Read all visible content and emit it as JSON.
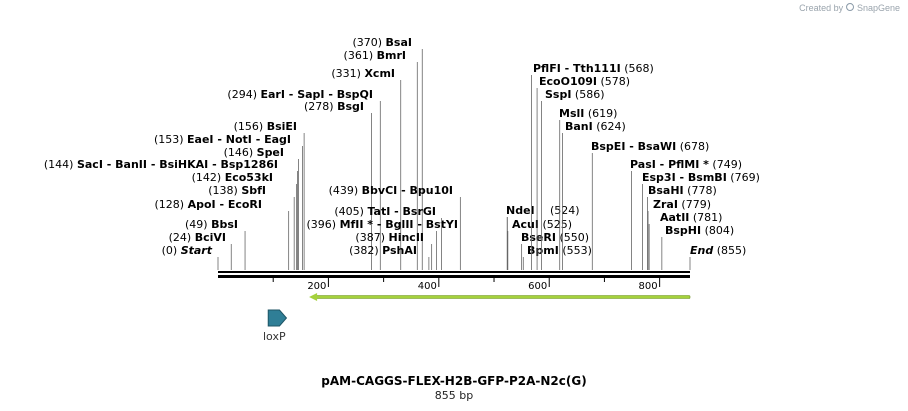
{
  "credit": {
    "text": "Created by",
    "logo": "SnapGene"
  },
  "construct": {
    "name": "pAM-CAGGS-FLEX-H2B-GFP-P2A-N2c(G)",
    "length_label": "855 bp",
    "length": 855
  },
  "axis": {
    "ticks": [
      200,
      400,
      600,
      800
    ]
  },
  "features": [
    {
      "name": "loxP",
      "start": 91,
      "end": 124,
      "direction": "forward",
      "color": "#2f7e96"
    },
    {
      "name": "",
      "start": 165,
      "end": 855,
      "direction": "reverse",
      "color": "#a5d23c"
    }
  ],
  "sites": [
    {
      "pos_text": "(0)",
      "names": [
        "Start"
      ],
      "italic": true,
      "bp": 0
    },
    {
      "pos_text": "(24)",
      "names": [
        "BciVI"
      ],
      "bp": 24
    },
    {
      "pos_text": "(49)",
      "names": [
        "BbsI"
      ],
      "bp": 49
    },
    {
      "pos_text": "(128)",
      "names": [
        "ApoI",
        "EcoRI"
      ],
      "bp": 128
    },
    {
      "pos_text": "(138)",
      "names": [
        "SbfI"
      ],
      "bp": 138
    },
    {
      "pos_text": "(142)",
      "names": [
        "Eco53kI"
      ],
      "bp": 142
    },
    {
      "pos_text": "(144)",
      "names": [
        "SacI",
        "BanII",
        "BsiHKAI",
        "Bsp1286I"
      ],
      "bp": 144
    },
    {
      "pos_text": "(146)",
      "names": [
        "SpeI"
      ],
      "bp": 146
    },
    {
      "pos_text": "(153)",
      "names": [
        "EaeI",
        "NotI",
        "EagI"
      ],
      "bp": 153
    },
    {
      "pos_text": "(156)",
      "names": [
        "BsiEI"
      ],
      "bp": 156
    },
    {
      "pos_text": "(278)",
      "names": [
        "BsgI"
      ],
      "bp": 278
    },
    {
      "pos_text": "(294)",
      "names": [
        "EarI",
        "SapI",
        "BspQI"
      ],
      "bp": 294
    },
    {
      "pos_text": "(331)",
      "names": [
        "XcmI"
      ],
      "bp": 331
    },
    {
      "pos_text": "(361)",
      "names": [
        "BmrI"
      ],
      "bp": 361
    },
    {
      "pos_text": "(370)",
      "names": [
        "BsaI"
      ],
      "bp": 370
    },
    {
      "pos_text": "(396)",
      "names": [
        "MfII *",
        "BglII",
        "BstYI"
      ],
      "bp": 396
    },
    {
      "pos_text": "(382)",
      "names": [
        "PshAI"
      ],
      "bp": 382
    },
    {
      "pos_text": "(387)",
      "names": [
        "HincII"
      ],
      "bp": 387
    },
    {
      "pos_text": "(405)",
      "names": [
        "TatI",
        "BsrGI"
      ],
      "bp": 405
    },
    {
      "pos_text": "(439)",
      "names": [
        "BbvCI",
        "Bpu10I"
      ],
      "bp": 439
    },
    {
      "pos_text": "",
      "names": [
        "NdeI"
      ],
      "bp": 524
    },
    {
      "pos_text": "(524)",
      "names": [],
      "bp": 524
    },
    {
      "pos_text": "(525)",
      "names": [
        "AcuI"
      ],
      "bp": 525
    },
    {
      "pos_text": "(550)",
      "names": [
        "BseRI"
      ],
      "bp": 550
    },
    {
      "pos_text": "(553)",
      "names": [
        "BpmI"
      ],
      "bp": 553
    },
    {
      "pos_text": "(568)",
      "names": [
        "PflFI",
        "Tth111I"
      ],
      "bp": 568
    },
    {
      "pos_text": "(578)",
      "names": [
        "EcoO109I"
      ],
      "bp": 578
    },
    {
      "pos_text": "(586)",
      "names": [
        "SspI"
      ],
      "bp": 586
    },
    {
      "pos_text": "(619)",
      "names": [
        "MslI"
      ],
      "bp": 619
    },
    {
      "pos_text": "(624)",
      "names": [
        "BanI"
      ],
      "bp": 624
    },
    {
      "pos_text": "(678)",
      "names": [
        "BspEI",
        "BsaWI"
      ],
      "bp": 678
    },
    {
      "pos_text": "(749)",
      "names": [
        "PasI",
        "PflMI *"
      ],
      "bp": 749
    },
    {
      "pos_text": "(769)",
      "names": [
        "Esp3I",
        "BsmBI"
      ],
      "bp": 769
    },
    {
      "pos_text": "(778)",
      "names": [
        "BsaHI"
      ],
      "bp": 778
    },
    {
      "pos_text": "(779)",
      "names": [
        "ZraI"
      ],
      "bp": 779
    },
    {
      "pos_text": "(781)",
      "names": [
        "AatII"
      ],
      "bp": 781
    },
    {
      "pos_text": "(804)",
      "names": [
        "BspHI"
      ],
      "bp": 804
    },
    {
      "pos_text": "(855)",
      "names": [
        "End"
      ],
      "italic": true,
      "bp": 855
    }
  ]
}
